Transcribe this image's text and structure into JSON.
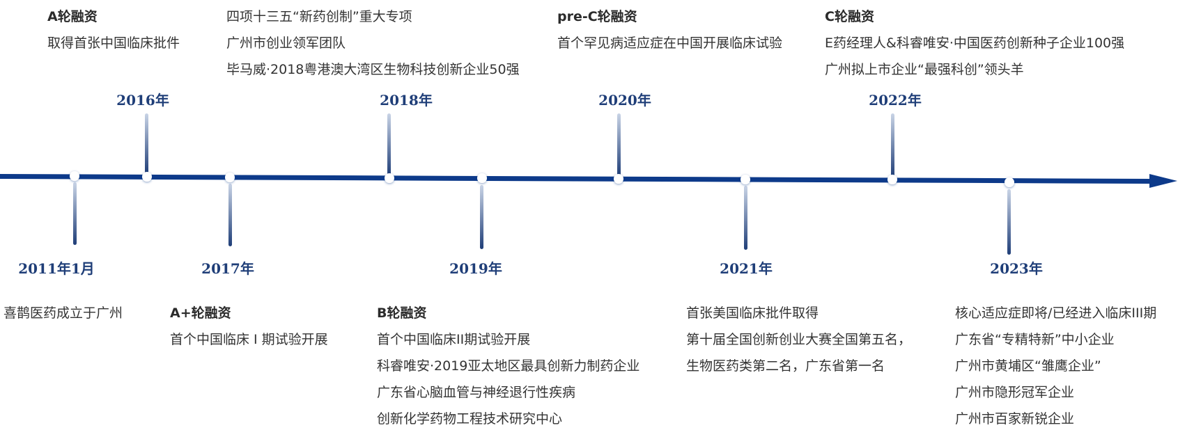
{
  "colors": {
    "axis": "#0d3a8a",
    "stem_top": "#1f3e78",
    "stem_bottom": "#c9d4e6",
    "year_text": "#1f3e78"
  },
  "timeline": {
    "years": {
      "y2011": "2011年1月",
      "y2016": "2016年",
      "y2017": "2017年",
      "y2018": "2018年",
      "y2019": "2019年",
      "y2020": "2020年",
      "y2021": "2021年",
      "y2022": "2022年",
      "y2023": "2023年"
    },
    "events": {
      "a_round": {
        "heading": "A轮融资",
        "lines": [
          "取得首张中国临床批件"
        ]
      },
      "y2016_awards": {
        "lines": [
          "四项十三五“新药创制”重大专项",
          "广州市创业领军团队",
          "毕马威·2018粤港澳大湾区生物科技创新企业50强"
        ]
      },
      "pre_c_round": {
        "heading": "pre-C轮融资",
        "lines": [
          "首个罕见病适应症在中国开展临床试验"
        ]
      },
      "c_round": {
        "heading": "C轮融资",
        "lines": [
          "E药经理人&科睿唯安·中国医药创新种子企业100强",
          "广州拟上市企业“最强科创”领头羊"
        ]
      },
      "founded": {
        "lines": [
          "喜鹊医药成立于广州"
        ]
      },
      "a_plus_round": {
        "heading": "A+轮融资",
        "lines": [
          "首个中国临床 I 期试验开展"
        ]
      },
      "b_round": {
        "heading": "B轮融资",
        "lines": [
          "首个中国临床II期试验开展",
          "科睿唯安·2019亚太地区最具创新力制药企业",
          "广东省心脑血管与神经退行性疾病",
          "创新化学药物工程技术研究中心"
        ]
      },
      "y2021_awards": {
        "lines": [
          "首张美国临床批件取得",
          "第十届全国创新创业大赛全国第五名，",
          "生物医药类第二名，广东省第一名"
        ]
      },
      "y2023_awards": {
        "lines": [
          "核心适应症即将/已经进入临床III期",
          "广东省“专精特新”中小企业",
          "广州市黄埔区“雏鹰企业”",
          "广州市隐形冠军企业",
          "广州市百家新锐企业"
        ]
      }
    }
  }
}
